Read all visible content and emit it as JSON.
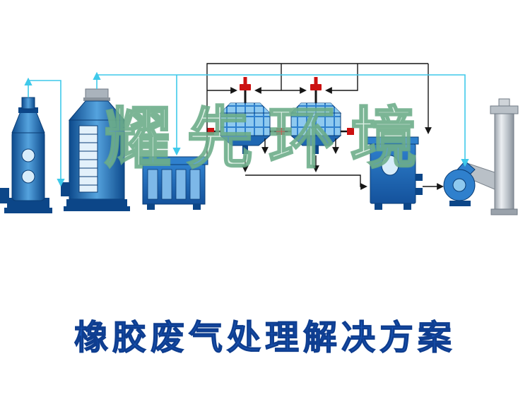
{
  "watermark": {
    "text": "耀先环境",
    "color": "#7ab894"
  },
  "title": {
    "text": "橡胶废气处理解决方案",
    "color": "#1a57b8"
  },
  "colors": {
    "equipment_blue": "#2f80cd",
    "equipment_dark_blue": "#0c4688",
    "panel_light_blue": "#8ec9ef",
    "pipe_cyan": "#3fc9ea",
    "pipe_black": "#161616",
    "valve_red": "#cc1111",
    "chimney_gray": "#b9c0c7",
    "background": "#ffffff"
  },
  "equipment": [
    {
      "name": "spray-tower"
    },
    {
      "name": "packed-tower"
    },
    {
      "name": "uv-carbon-box"
    },
    {
      "name": "carbon-drum-1"
    },
    {
      "name": "carbon-drum-2"
    },
    {
      "name": "adsorption-tank"
    },
    {
      "name": "centrifugal-fan"
    },
    {
      "name": "chimney"
    }
  ]
}
